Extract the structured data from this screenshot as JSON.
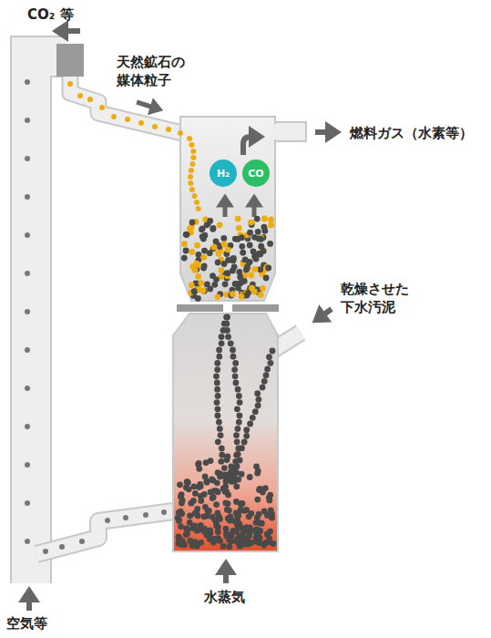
{
  "diagram": {
    "nodes": [
      {
        "text": [
          "H₂"
        ]
      },
      {
        "text": [
          "CO"
        ]
      }
    ],
    "labels": [
      "CO₂ 等",
      "天然鉱石の 媒体粒子",
      "燃料ガス（水素等）",
      "乾燥させた 下水汚泥",
      "水蒸気",
      "空気等"
    ]
  }
}
